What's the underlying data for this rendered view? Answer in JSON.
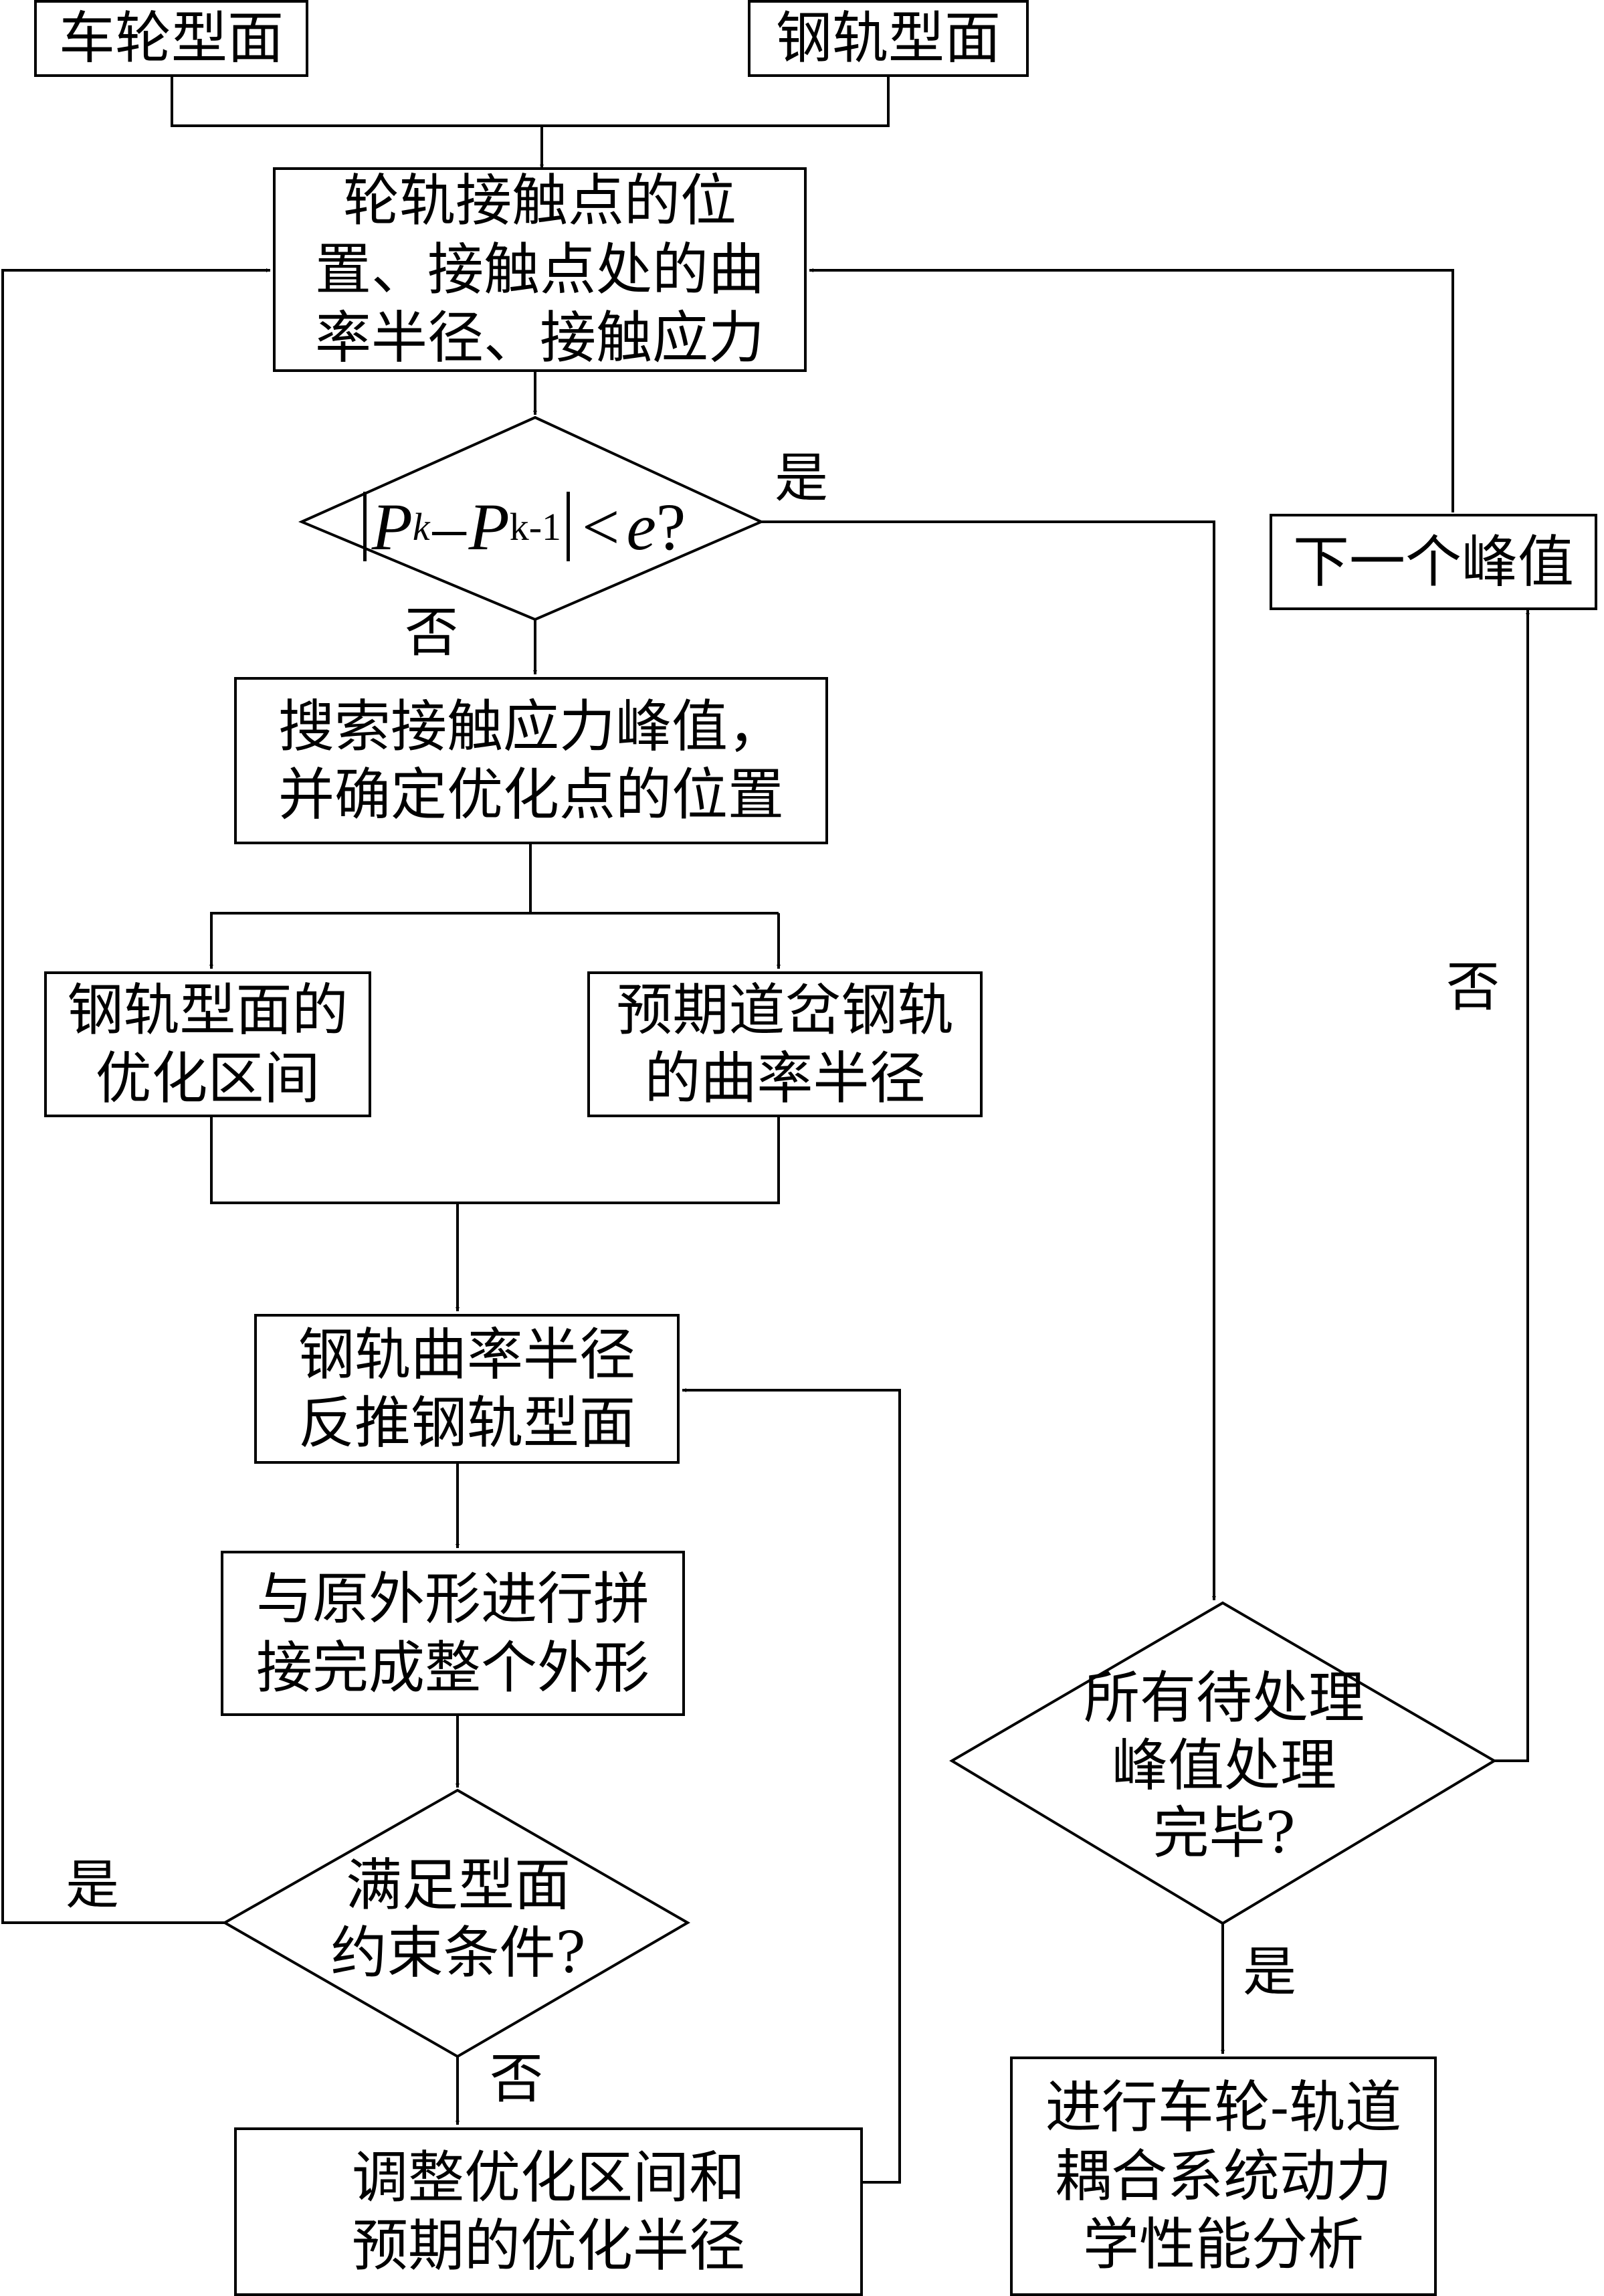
{
  "nodes": {
    "wheel_profile": "车轮型面",
    "rail_profile": "钢轨型面",
    "contact_calc": [
      "轮轨接触点的位",
      "置、接触点处的曲",
      "率半径、接触应力"
    ],
    "search_peak": [
      "搜索接触应力峰值，",
      "并确定优化点的位置"
    ],
    "opt_interval": [
      "钢轨型面的",
      "优化区间"
    ],
    "expected_radius": [
      "预期道岔钢轨",
      "的曲率半径"
    ],
    "inverse_profile": [
      "钢轨曲率半径",
      "反推钢轨型面"
    ],
    "splice": [
      "与原外形进行拼",
      "接完成整个外形"
    ],
    "constraint_check": [
      "满足型面",
      "约束条件?"
    ],
    "adjust": [
      "调整优化区间和",
      "预期的优化半径"
    ],
    "all_done_check": [
      "所有待处理",
      "峰值处理",
      "完毕?"
    ],
    "next_peak": "下一个峰值",
    "dynamics": [
      "进行车轮-轨道",
      "耦合系统动力",
      "学性能分析"
    ]
  },
  "condition": {
    "P": "P",
    "k": "k",
    "k_minus_1": "k-1",
    "minus": "–",
    "lt": "<",
    "e": "e",
    "q": "?"
  },
  "labels": {
    "yes": "是",
    "no": "否"
  }
}
